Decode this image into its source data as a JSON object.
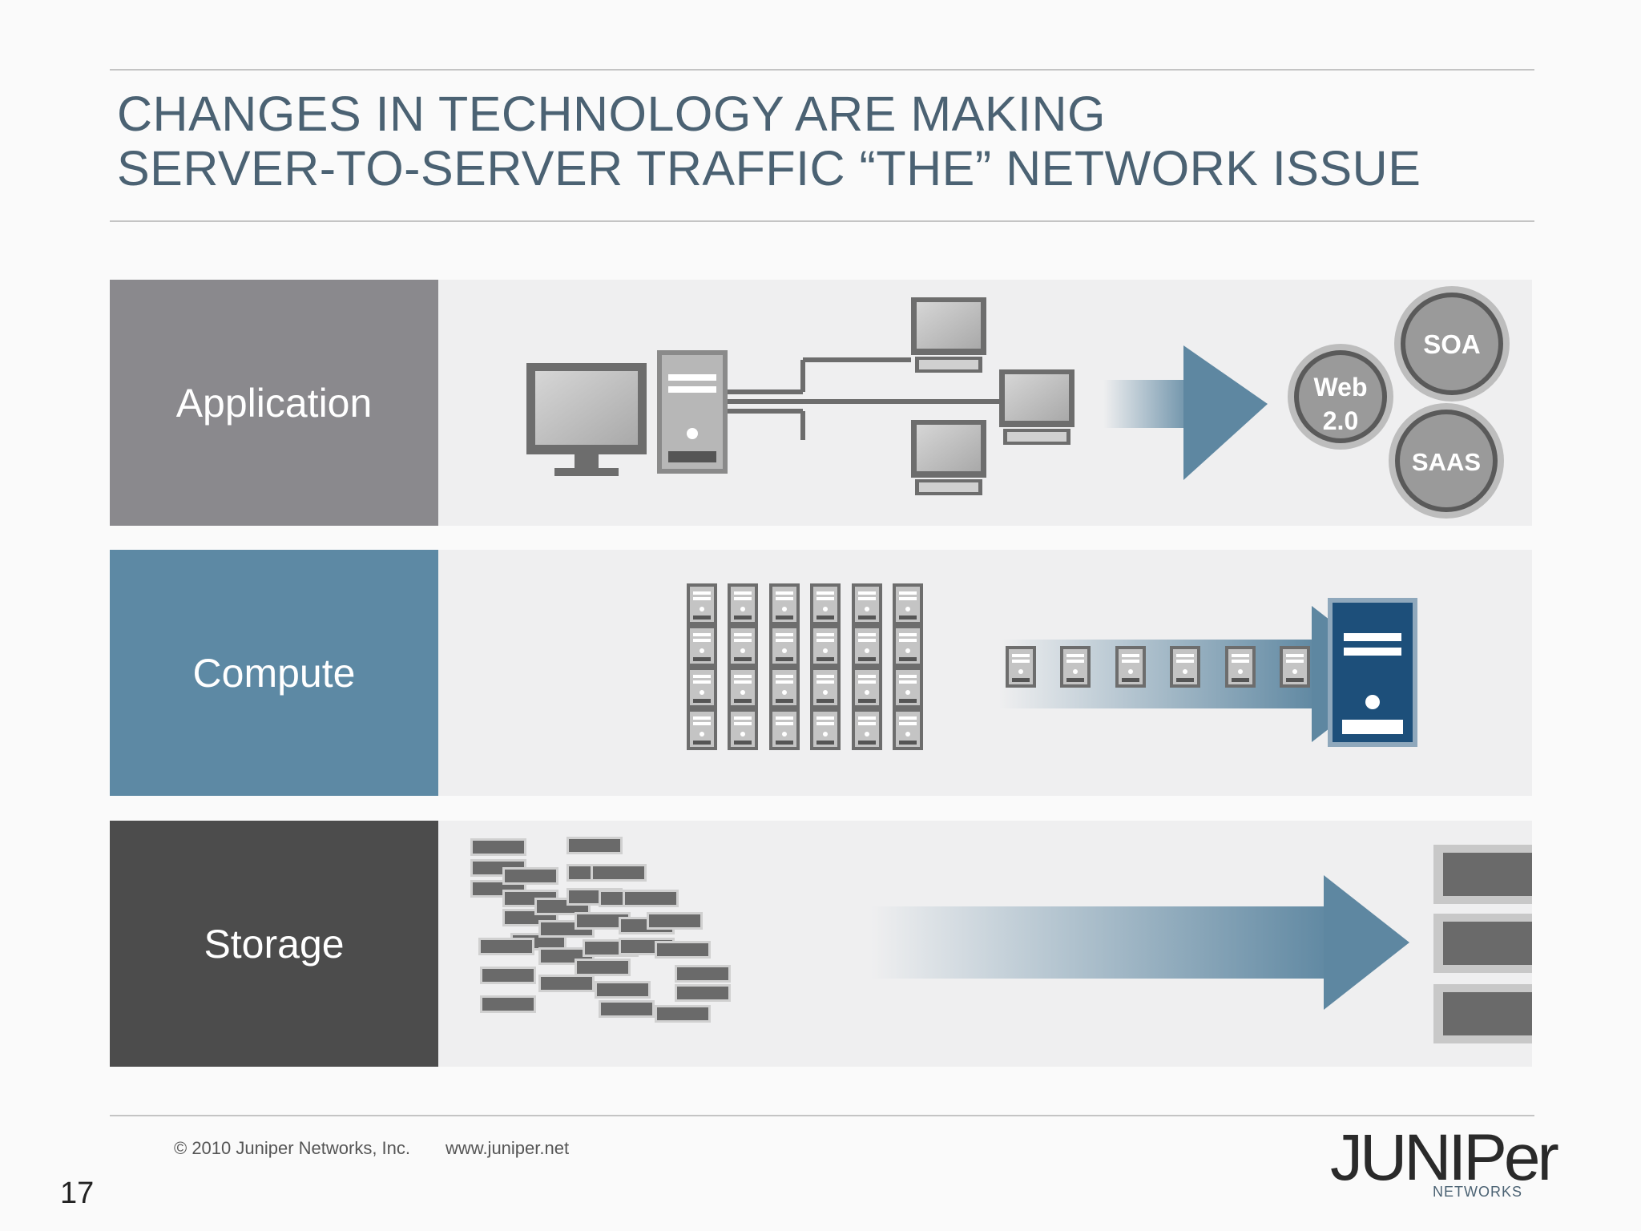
{
  "title": {
    "line1": "CHANGES IN TECHNOLOGY ARE MAKING",
    "line2": "SERVER-TO-SERVER TRAFFIC “THE” NETWORK ISSUE"
  },
  "rows": [
    {
      "label": "Application",
      "color": "#8a898d"
    },
    {
      "label": "Compute",
      "color": "#5d89a4"
    },
    {
      "label": "Storage",
      "color": "#4c4c4c"
    }
  ],
  "application_bubbles": {
    "web": {
      "line1": "Web",
      "line2": "2.0"
    },
    "soa": "SOA",
    "saas": "SAAS"
  },
  "footer": {
    "copyright": "© 2010 Juniper Networks, Inc.",
    "url": "www.juniper.net",
    "slide_number": "17"
  },
  "logo": {
    "word": "JUNIPer",
    "sub": "NETWORKS"
  },
  "colors": {
    "title": "#4b6273",
    "arrow": "#5e87a1",
    "panel": "#efeff0",
    "device_dark": "#6d6d6d",
    "device_screen": "#c9c9c9",
    "server_blue": "#1d4f7a"
  }
}
